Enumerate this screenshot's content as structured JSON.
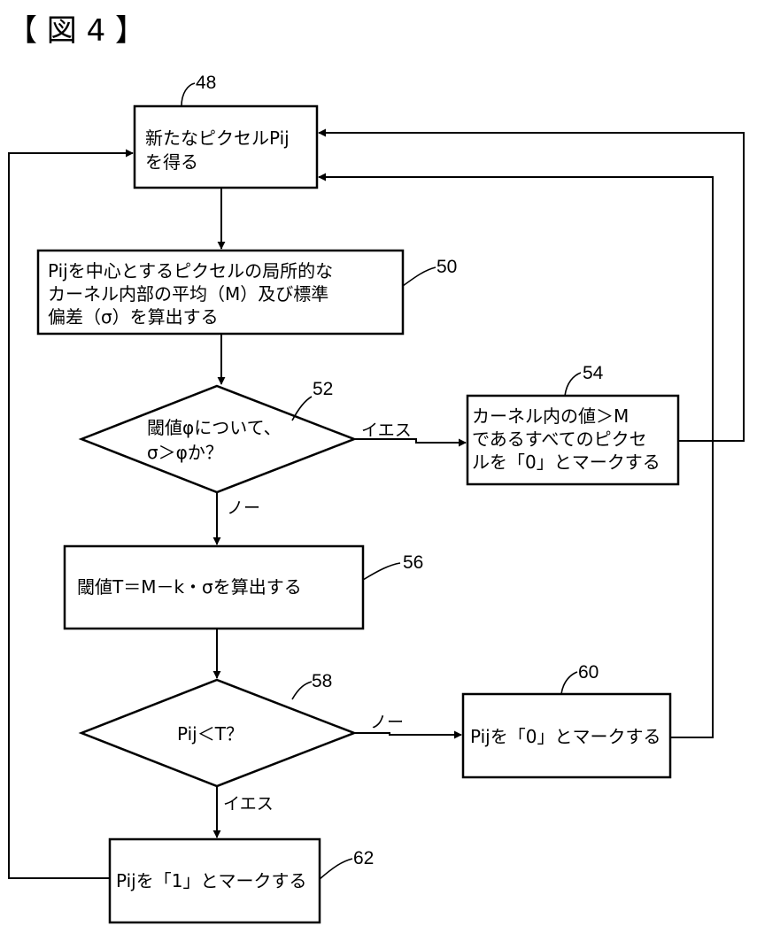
{
  "figure_title": "【 図 4 】",
  "nodes": {
    "n48": {
      "ref": "48",
      "lines": [
        "新たなピクセルPij",
        "を得る"
      ]
    },
    "n50": {
      "ref": "50",
      "lines": [
        "Pijを中心とするピクセルの局所的な",
        "カーネル内部の平均（M）及び標準",
        "偏差（σ）を算出する"
      ]
    },
    "n52": {
      "ref": "52",
      "lines": [
        "閾値φについて、",
        "σ＞φか？"
      ]
    },
    "n54": {
      "ref": "54",
      "lines": [
        "カーネル内の値＞M",
        "であるすべてのピクセ",
        "ルを「0」とマークする"
      ]
    },
    "n56": {
      "ref": "56",
      "lines": [
        "閾値T＝M－k・σを算出する"
      ]
    },
    "n58": {
      "ref": "58",
      "lines": [
        "Pij＜T？"
      ]
    },
    "n60": {
      "ref": "60",
      "lines": [
        "Pijを「0」とマークする"
      ]
    },
    "n62": {
      "ref": "62",
      "lines": [
        "Pijを「1」とマークする"
      ]
    }
  },
  "edges": {
    "yes_52": "イエス",
    "no_52": "ノー",
    "no_58": "ノー",
    "yes_58": "イエス"
  }
}
